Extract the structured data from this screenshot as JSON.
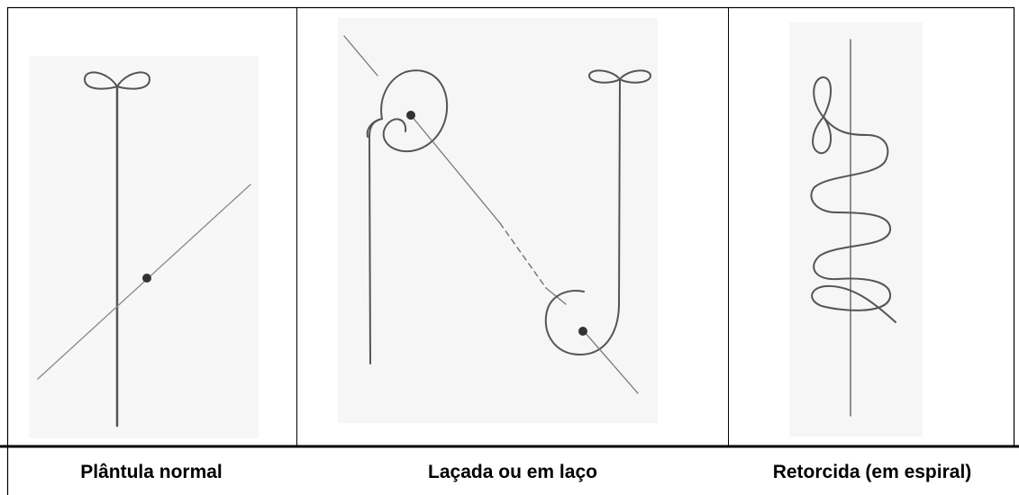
{
  "colors": {
    "ink": "#5a5a5a",
    "dot": "#333333",
    "border": "#000000",
    "paper": "#f6f6f6"
  },
  "panels": [
    {
      "caption": "Plântula normal"
    },
    {
      "caption": "Laçada ou em laço"
    },
    {
      "caption": "Retorcida (em espiral)"
    }
  ]
}
